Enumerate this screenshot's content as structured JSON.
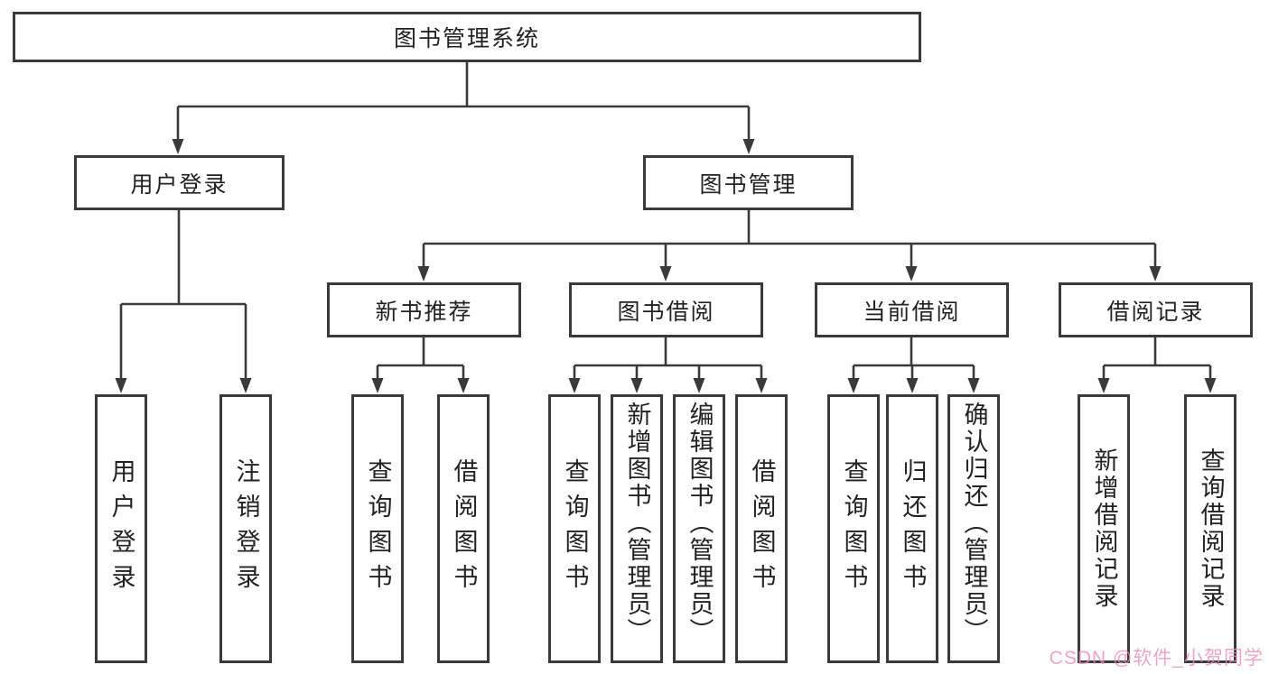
{
  "diagram": {
    "root_label": "图书管理系统",
    "level1": {
      "user_login": "用户登录",
      "book_mgmt": "图书管理"
    },
    "user_login_children": [
      "用户登录",
      "注销登录"
    ],
    "book_mgmt_children": [
      "新书推荐",
      "图书借阅",
      "当前借阅",
      "借阅记录"
    ],
    "new_book_rec_children": [
      "查询图书",
      "借阅图书"
    ],
    "book_borrow_children": [
      "查询图书",
      "新增图书（管理员）",
      "编辑图书（管理员）",
      "借阅图书"
    ],
    "current_borrow_children": [
      "查询图书",
      "归还图书",
      "确认归还（管理员）"
    ],
    "borrow_record_children": [
      "新增借阅记录",
      "查询借阅记录"
    ]
  },
  "watermark": {
    "text": "CSDN @软件_小贺同学",
    "color": "#ec8fb4"
  },
  "colors": {
    "line": "#3a3a3a",
    "box_background": "#ffffff",
    "label_text": "#222222",
    "page_background": "#ffffff"
  }
}
